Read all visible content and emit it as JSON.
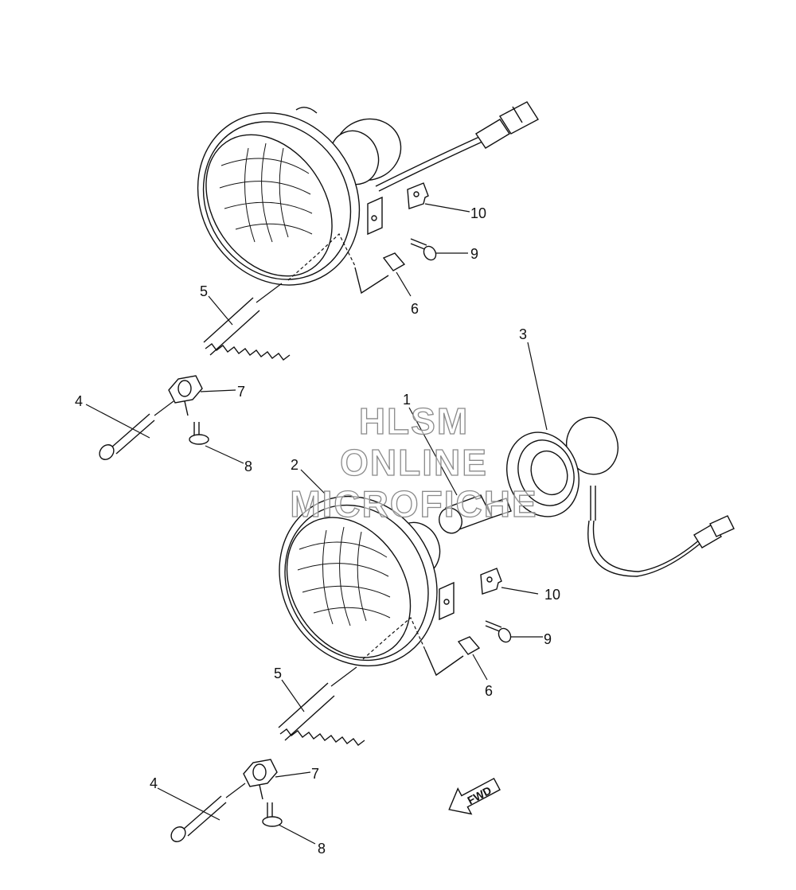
{
  "callouts": [
    "1",
    "2",
    "3",
    "4",
    "5",
    "6",
    "7",
    "8",
    "9",
    "10"
  ],
  "watermark": {
    "line1": "HLSM",
    "line2": "ONLINE",
    "line3": "MICROFICHE"
  },
  "fwd_label": "FWD"
}
